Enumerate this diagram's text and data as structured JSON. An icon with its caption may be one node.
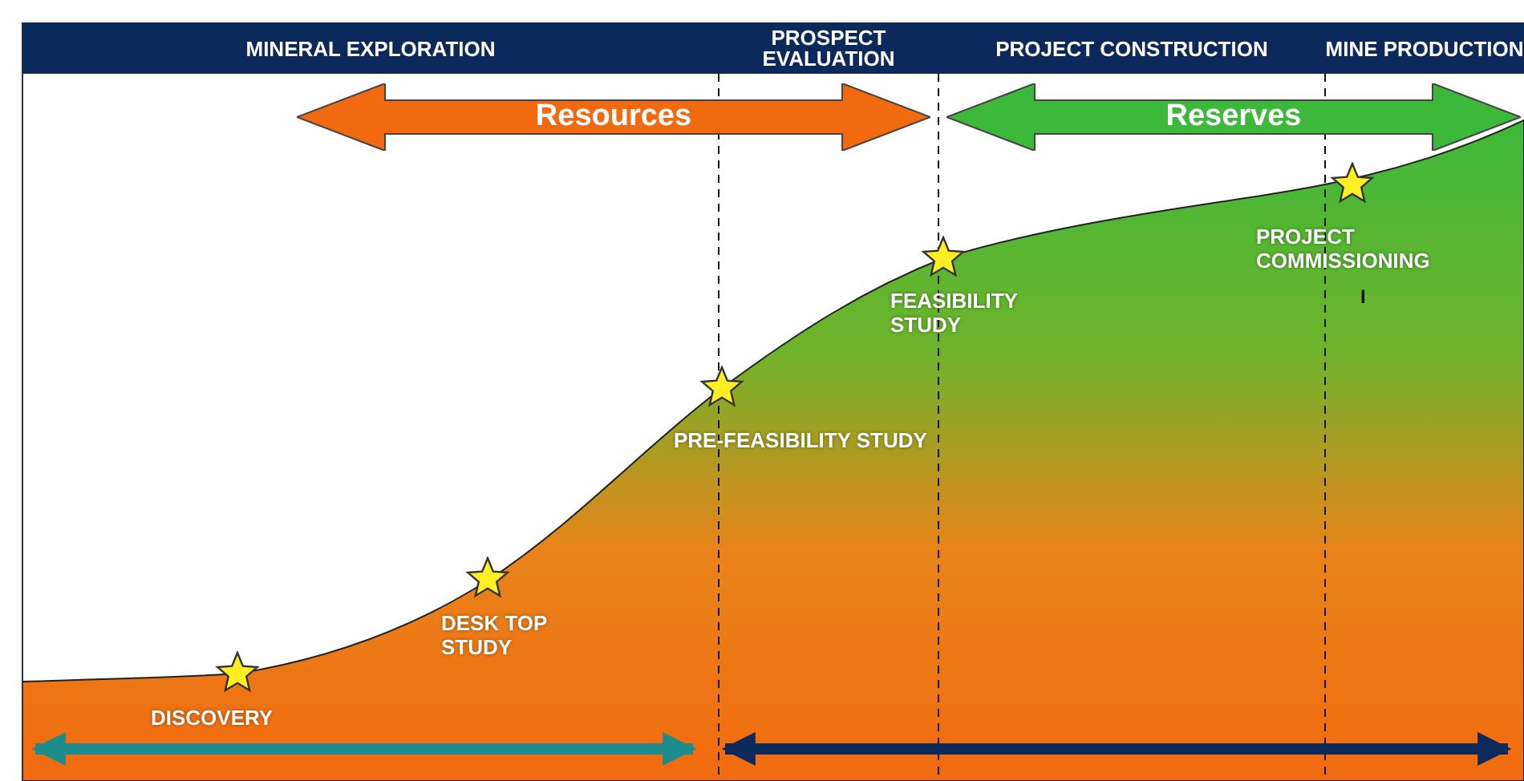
{
  "diagram": {
    "nodes": [
      {
        "text": [
          "MINERAL EXPLORATION"
        ]
      },
      {
        "text": [
          "PROSPECT EVALUATION"
        ]
      },
      {
        "text": [
          "PROJECT CONSTRUCTION"
        ]
      },
      {
        "text": [
          "MINE PRODUCTION"
        ]
      },
      {
        "text": [
          "Resources"
        ]
      },
      {
        "text": [
          "Reserves"
        ]
      },
      {
        "text": [
          "DISCOVERY"
        ]
      },
      {
        "text": [
          "DESK TOP STUDY"
        ]
      },
      {
        "text": [
          "PRE-FEASIBILITY STUDY"
        ]
      },
      {
        "text": [
          "FEASIBILITY STUDY"
        ]
      },
      {
        "text": [
          "PROJECT COMMISSIONING"
        ]
      }
    ],
    "edges": [],
    "labels": [
      "I"
    ]
  }
}
